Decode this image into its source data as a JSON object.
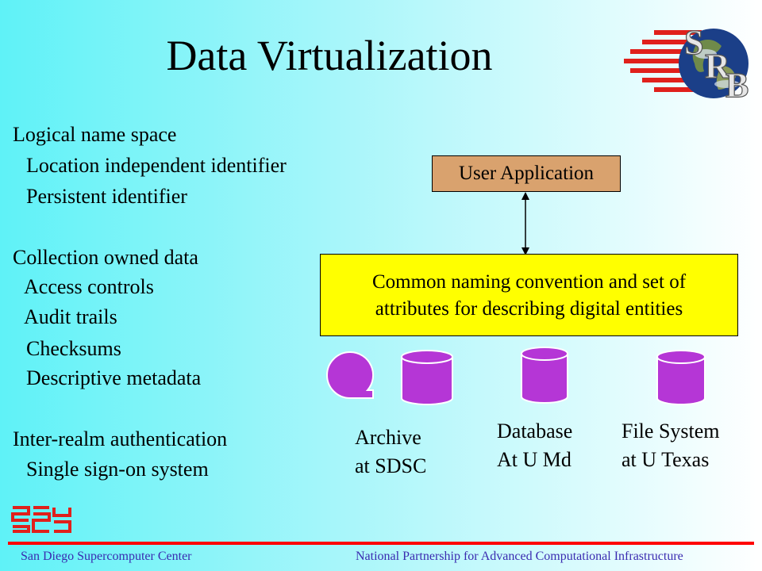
{
  "slide": {
    "title": "Data Virtualization",
    "bullets": [
      "Logical name space",
      "Location independent identifier",
      "Persistent identifier",
      "Collection owned data",
      "Access controls",
      "Audit trails",
      "Checksums",
      "Descriptive metadata",
      "Inter-realm authentication",
      "Single sign-on system"
    ],
    "diagram": {
      "user_app": "User Application",
      "common_line1": "Common naming convention and set of",
      "common_line2": "attributes for describing digital entities",
      "archive_line1": "Archive",
      "archive_line2": "at SDSC",
      "database_line1": "Database",
      "database_line2": "At U Md",
      "filesystem_line1": "File System",
      "filesystem_line2": "at U Texas"
    },
    "logo": {
      "letters": [
        "S",
        "R",
        "B"
      ],
      "icon": "globe-icon"
    },
    "footer": {
      "left": "San Diego Supercomputer Center",
      "right": "National Partnership for Advanced Computational Infrastructure"
    },
    "colors": {
      "background_left": "#5ff2f7",
      "user_app_box": "#d9a26e",
      "common_box": "#ffff00",
      "storage": "#b536d6",
      "footer_rule": "#ff0000",
      "footer_text": "#3a2bb0"
    }
  }
}
